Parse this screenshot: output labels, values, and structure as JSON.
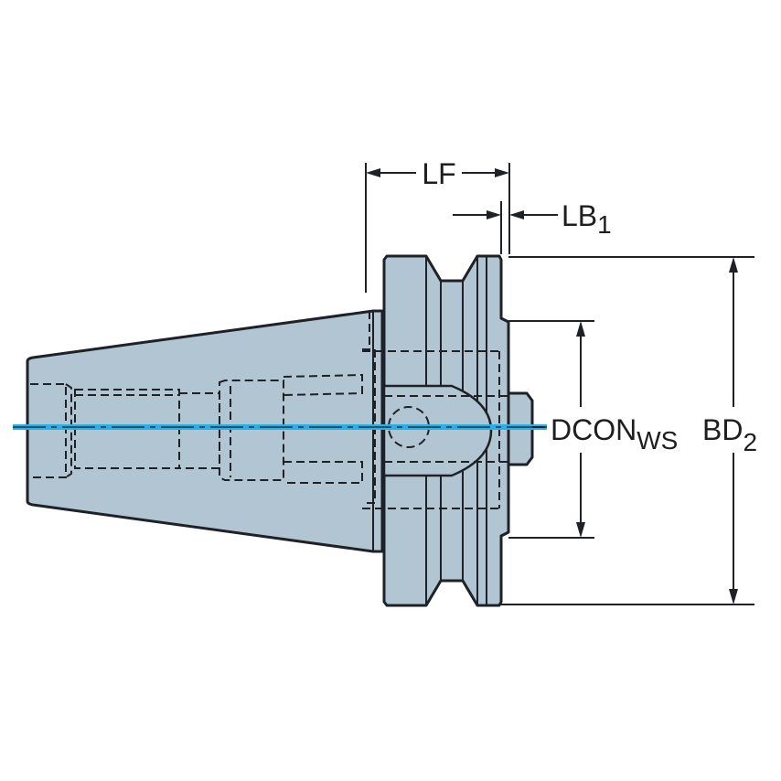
{
  "figure": {
    "title": "Tool holder adapter dimension drawing",
    "colors": {
      "body_fill": "#b2c5d3",
      "outline": "#1e2126",
      "centerline": "#2ab0e8",
      "background": "#ffffff"
    }
  },
  "labels": {
    "lf": "LF",
    "lb": "LB",
    "lb_sub": "1",
    "dcon": "DCON",
    "dcon_sub": "WS",
    "bd": "BD",
    "bd_sub": "2"
  }
}
